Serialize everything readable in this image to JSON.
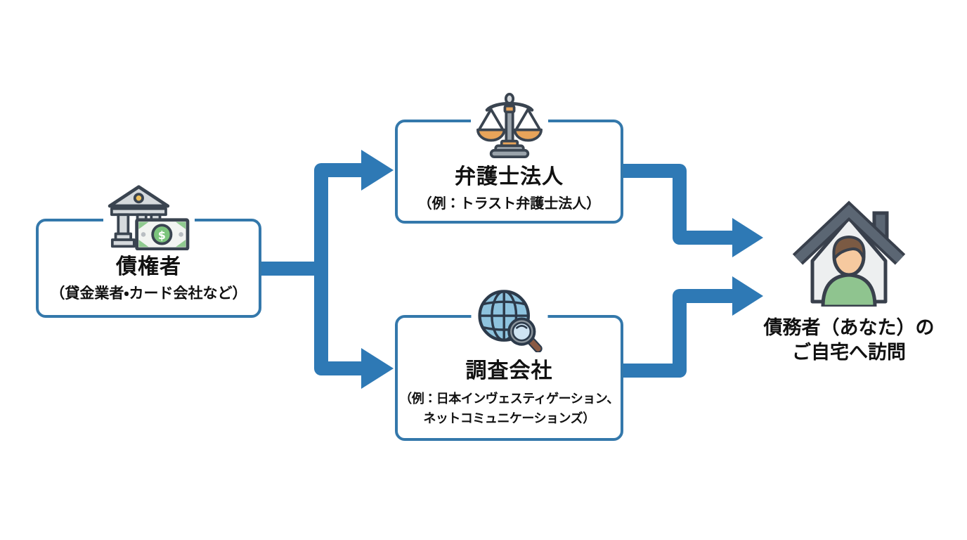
{
  "colors": {
    "arrow": "#2e79b5",
    "box_border": "#3478ab",
    "text": "#111111",
    "bank_gray": "#d5d9dc",
    "money_green": "#7cc47c",
    "scale_pan_orange": "#e8a45a",
    "globe_blue": "#8ec3de",
    "roof_slate": "#5b6673",
    "shirt_green": "#8fc48f"
  },
  "nodes": {
    "creditor": {
      "title": "債権者",
      "subtitle": "（貸金業者・カード会社など）",
      "icon": "bank-money"
    },
    "lawyer": {
      "title": "弁護士法人",
      "subtitle": "（例：トラスト弁護士法人）",
      "icon": "scales-of-justice"
    },
    "investigator": {
      "title": "調査会社",
      "subtitle_line1": "（例：日本インヴェスティゲーション、",
      "subtitle_line2": "ネットコミュニケーションズ）",
      "icon": "globe-magnifier"
    },
    "debtor": {
      "caption_line1": "債務者（あなた）の",
      "caption_line2": "ご自宅へ訪問",
      "icon": "house-person"
    }
  },
  "icons": {
    "dollar_sign": "$"
  }
}
